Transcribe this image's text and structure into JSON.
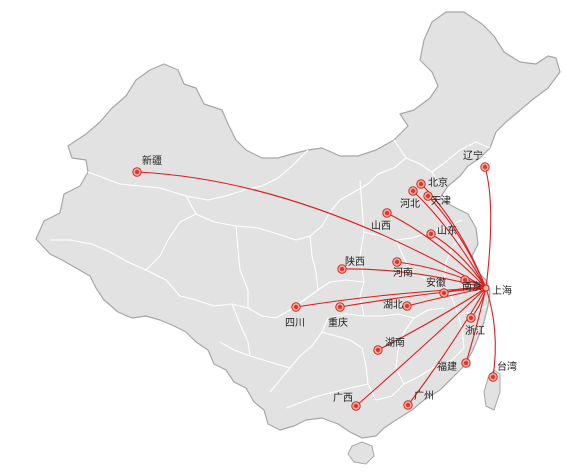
{
  "map": {
    "hub": {
      "id": "shanghai",
      "label": "上海"
    },
    "colors": {
      "land": "#e2e2e2",
      "coast": "#a7a7a7",
      "border": "#ffffff",
      "route": "#e11b1b",
      "marker": "#e3362b"
    },
    "destinations": [
      {
        "id": "xinjiang",
        "label": "新疆"
      },
      {
        "id": "liaoning",
        "label": "辽宁"
      },
      {
        "id": "beijing",
        "label": "北京"
      },
      {
        "id": "hebei",
        "label": "河北"
      },
      {
        "id": "tianjin",
        "label": "天津"
      },
      {
        "id": "shanxi",
        "label": "山西"
      },
      {
        "id": "shandong",
        "label": "山东"
      },
      {
        "id": "shaanxi",
        "label": "陕西"
      },
      {
        "id": "henan",
        "label": "河南"
      },
      {
        "id": "anhui",
        "label": "安徽"
      },
      {
        "id": "nanjing",
        "label": "南京"
      },
      {
        "id": "hubei",
        "label": "湖北"
      },
      {
        "id": "sichuan",
        "label": "四川"
      },
      {
        "id": "chongqing",
        "label": "重庆"
      },
      {
        "id": "zhejiang",
        "label": "浙江"
      },
      {
        "id": "hunan",
        "label": "湖南"
      },
      {
        "id": "fujian",
        "label": "福建"
      },
      {
        "id": "taiwan",
        "label": "台湾"
      },
      {
        "id": "guangxi",
        "label": "广西"
      },
      {
        "id": "guangdong",
        "label": "广州"
      }
    ]
  }
}
